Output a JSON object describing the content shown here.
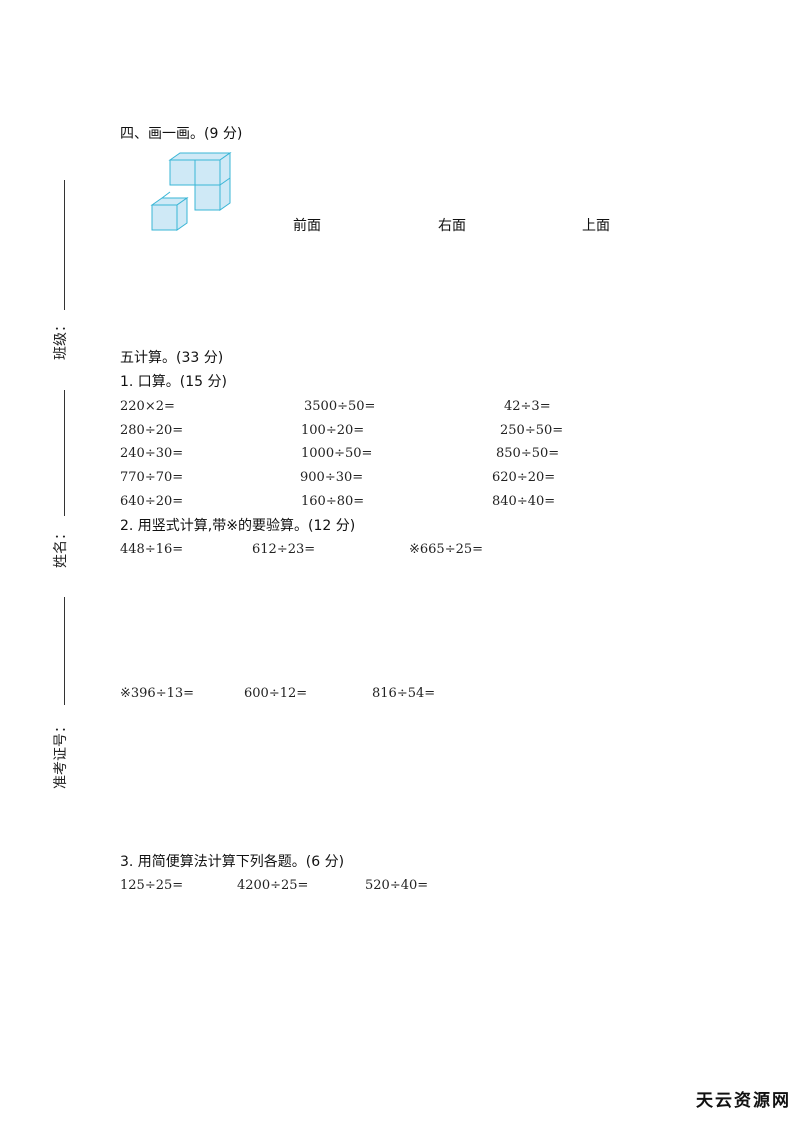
{
  "sidebar": {
    "class_label": "班级：",
    "name_label": "姓名：",
    "exam_id_label": "准考证号："
  },
  "section4": {
    "title": "四、画一画。(9 分)",
    "views": [
      "前面",
      "右面",
      "上面"
    ]
  },
  "section5": {
    "title": "五计算。(33 分)",
    "q1": {
      "title": "1. 口算。(15 分)",
      "items": [
        "220×2=",
        "3500÷50=",
        "42÷3=",
        "280÷20=",
        "100÷20=",
        "250÷50=",
        "240÷30=",
        "1000÷50=",
        "850÷50=",
        "770÷70=",
        "900÷30=",
        "620÷20=",
        "640÷20=",
        "160÷80=",
        "840÷40="
      ]
    },
    "q2": {
      "title": "2. 用竖式计算,带※的要验算。(12 分)",
      "items": [
        "448÷16=",
        "612÷23=",
        "※665÷25=",
        "※396÷13=",
        "600÷12=",
        "816÷54="
      ]
    },
    "q3": {
      "title": "3. 用简便算法计算下列各题。(6 分)",
      "items": [
        "125÷25=",
        "4200÷25=",
        "520÷40="
      ]
    }
  },
  "watermark": "天云资源网"
}
